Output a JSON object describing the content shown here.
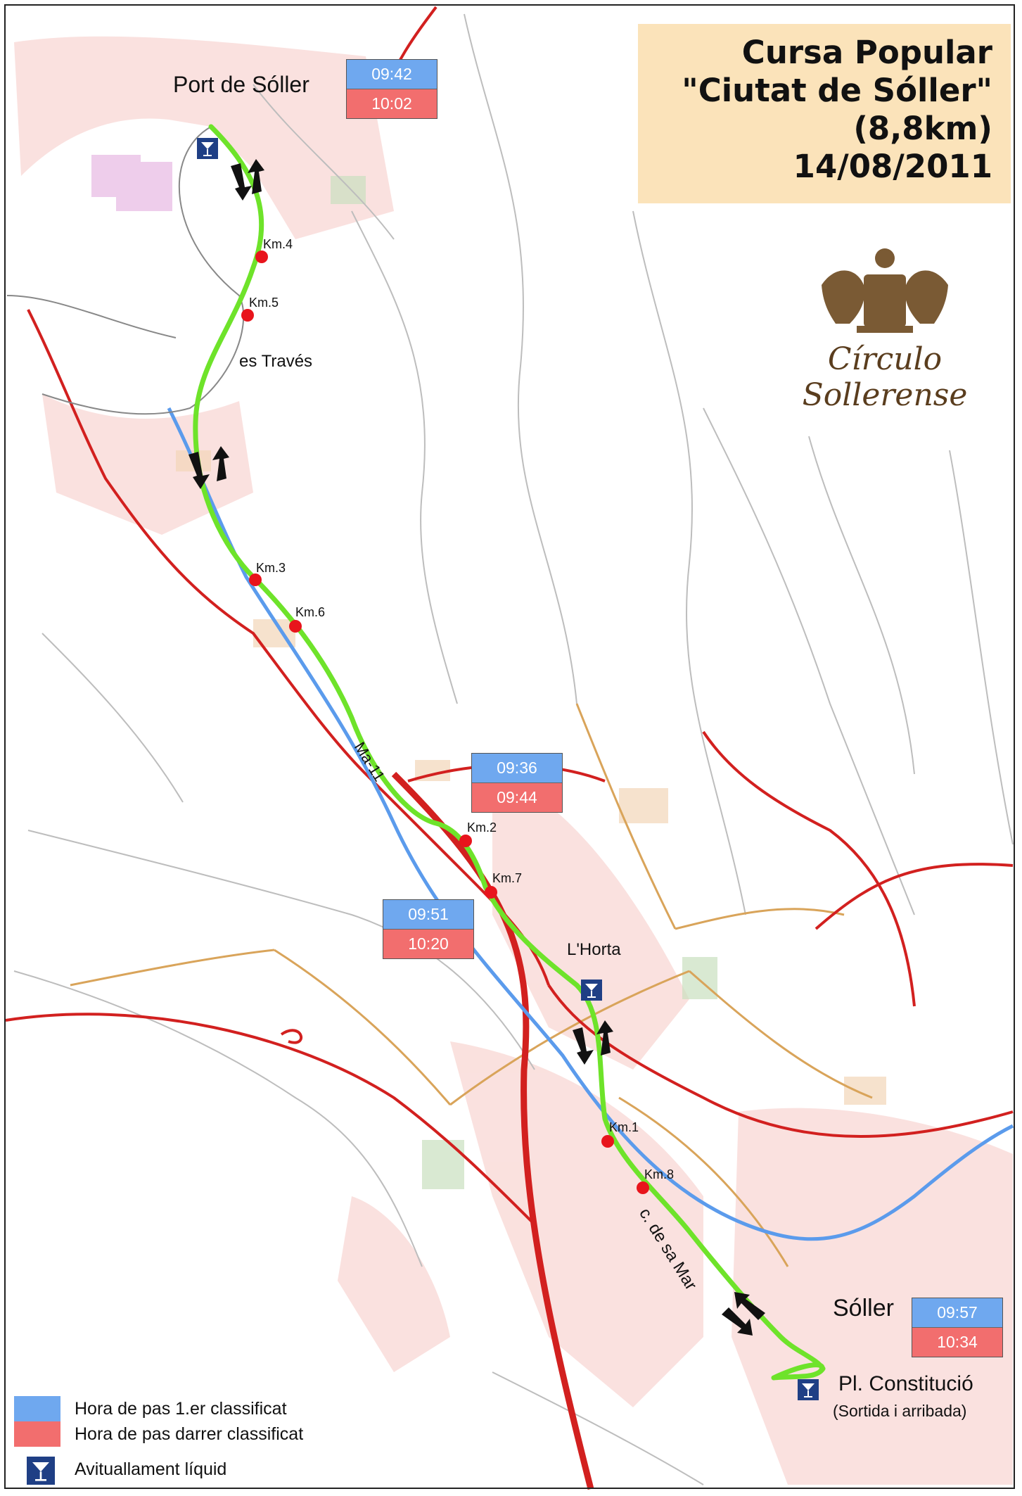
{
  "title": {
    "line1": "Cursa Popular",
    "line2": "\"Ciutat de Sóller\"",
    "line3": "(8,8km)",
    "line4": "14/08/2011"
  },
  "places": {
    "port": "Port de Sóller",
    "traves": "es Través",
    "road": "Ma-11",
    "horta": "L'Horta",
    "street": "c. de sa Mar",
    "soller": "Sóller",
    "plaza": "Pl. Constitució",
    "plaza_note": "(Sortida i arribada)"
  },
  "km_markers": [
    "Km.1",
    "Km.2",
    "Km.3",
    "Km.4",
    "Km.5",
    "Km.6",
    "Km.7",
    "Km.8"
  ],
  "time_boxes": [
    {
      "first": "09:42",
      "last": "10:02"
    },
    {
      "first": "09:36",
      "last": "09:44"
    },
    {
      "first": "09:51",
      "last": "10:20"
    },
    {
      "first": "09:57",
      "last": "10:34"
    }
  ],
  "legend": {
    "first": "Hora de pas 1.er classificat",
    "last": "Hora de pas darrer classificat",
    "water": "Avituallament líquid"
  },
  "logo": {
    "text": "Círculo Sollerense"
  },
  "colors": {
    "route": "#6ee32a",
    "km_marker": "#e8141c",
    "river": "#5b9bec",
    "main_road": "#d2201f",
    "time_first": "#6fa8ef",
    "time_last": "#f26e6e",
    "title_bg": "#fbe3ba",
    "water_station": "#1f3f85",
    "built_area": "#f6c9c4"
  },
  "icons": {
    "water_station": "cocktail-glass-icon",
    "direction": "arrow-icon"
  }
}
